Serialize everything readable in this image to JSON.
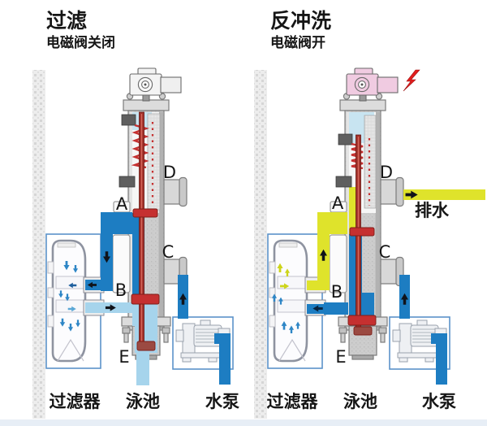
{
  "page": {
    "background": "#ffffff"
  },
  "colors": {
    "dark_blue": "#1d7dc2",
    "light_blue": "#a6d4ec",
    "pale_blue_water": "#c8e4f1",
    "yellow": "#dfe32b",
    "red": "#c53030",
    "pink": "#f0cbe1",
    "box_border": "#5b93c9",
    "arrow_dark": "#101318",
    "text": "#161616"
  },
  "panels": [
    {
      "title": "过滤",
      "subtitle": "电磁阀关闭",
      "solenoid_state": "closed",
      "port_labels": {
        "A": "A",
        "B": "B",
        "C": "C",
        "D": "D",
        "E": "E"
      },
      "bottom_labels": {
        "filter": "过滤器",
        "pool": "泳池",
        "pump": "水泵"
      }
    },
    {
      "title": "反冲洗",
      "subtitle": "电磁阀开",
      "solenoid_state": "open",
      "drain_label": "排水",
      "port_labels": {
        "A": "A",
        "B": "B",
        "C": "C",
        "D": "D",
        "E": "E"
      },
      "bottom_labels": {
        "filter": "过滤器",
        "pool": "泳池",
        "pump": "水泵"
      }
    }
  ]
}
